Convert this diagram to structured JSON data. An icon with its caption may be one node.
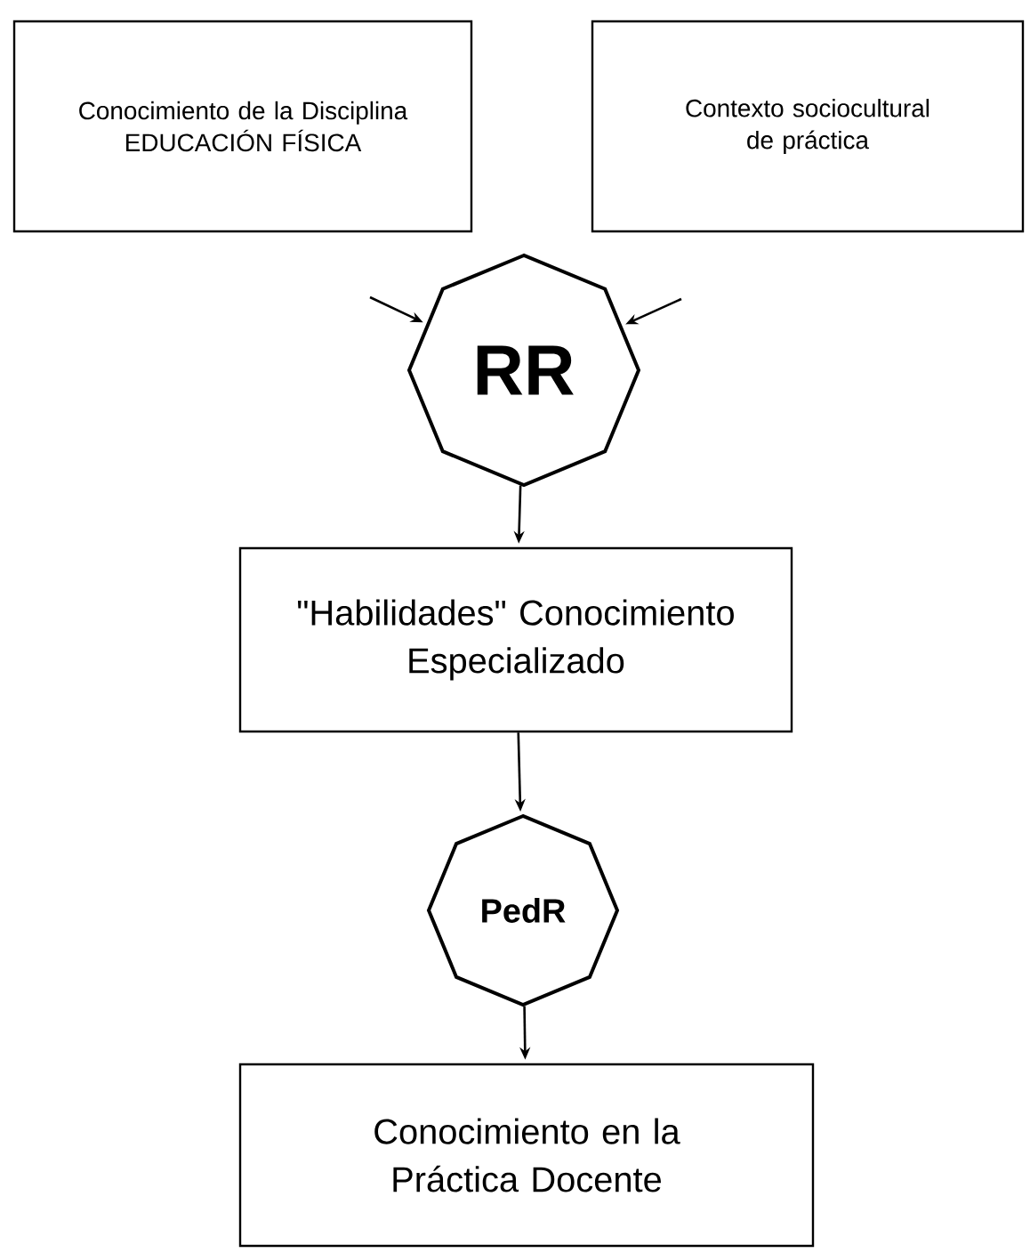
{
  "diagram": {
    "nodes": [
      {
        "text": [
          "Conocimiento de la Disciplina EDUCACIÓN FÍSICA"
        ]
      },
      {
        "text": [
          "Contexto sociocultural de práctica"
        ]
      },
      {
        "text": [
          "RR"
        ]
      },
      {
        "text": [
          "\"Habilidades\" Conocimiento Especializado"
        ]
      },
      {
        "text": [
          "PedR"
        ]
      },
      {
        "text": [
          "Conocimiento en la Práctica Docente"
        ]
      }
    ],
    "edges": [
      {
        "from": 0,
        "to": 2,
        "arrow": "to"
      },
      {
        "from": 1,
        "to": 2,
        "arrow": "to"
      },
      {
        "from": 2,
        "to": 3,
        "arrow": "to"
      },
      {
        "from": 3,
        "to": 4,
        "arrow": "to"
      },
      {
        "from": 4,
        "to": 5,
        "arrow": "to"
      }
    ]
  }
}
